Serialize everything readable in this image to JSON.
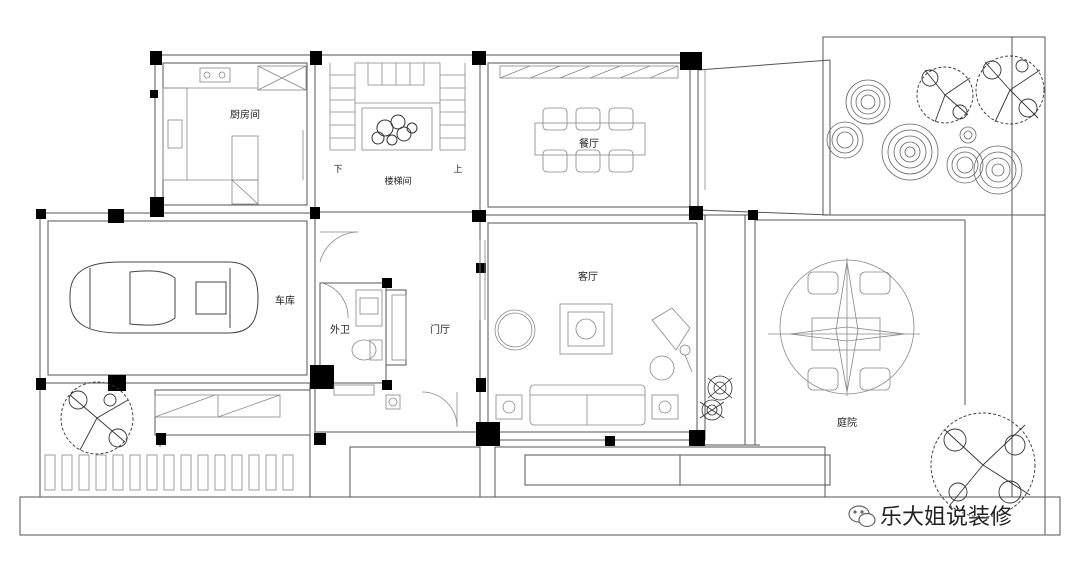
{
  "rooms": {
    "kitchen": "厨房间",
    "dining": "餐厅",
    "stairs": "楼梯间",
    "stairs_down": "下",
    "stairs_up": "上",
    "garage": "车库",
    "wc": "外卫",
    "foyer": "门厅",
    "living": "客厅",
    "courtyard": "庭院"
  },
  "watermark": {
    "text": "乐大姐说装修",
    "icon": "wechat-icon"
  },
  "colors": {
    "line": "#555555",
    "column": "#000000",
    "tree": "#333333"
  }
}
